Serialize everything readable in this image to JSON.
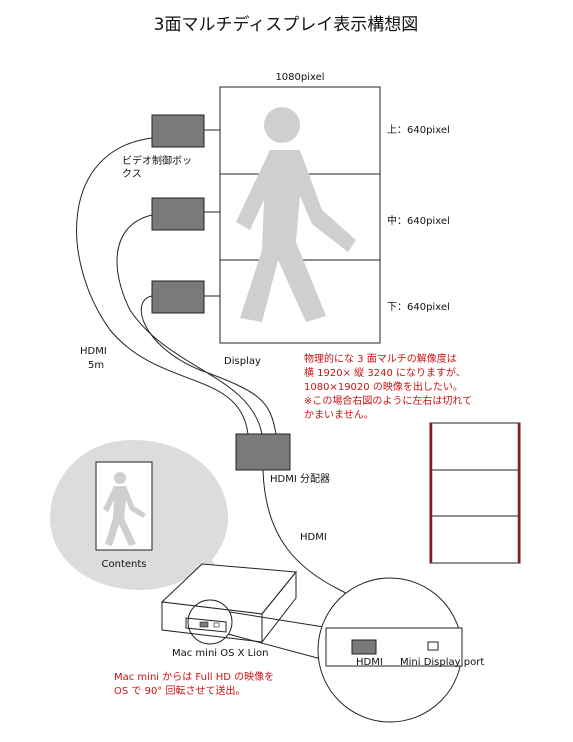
{
  "title": "3面マルチディスプレイ表示構想図",
  "display": {
    "width_label": "1080pixel",
    "caption": "Display",
    "rows": [
      {
        "label": "上：640pixel"
      },
      {
        "label": "中：640pixel"
      },
      {
        "label": "下：640pixel"
      }
    ]
  },
  "video_box": {
    "label_line1": "ビデオ制御ボッ",
    "label_line2": "クス"
  },
  "cable": {
    "label_line1": "HDMI",
    "label_line2": "5m"
  },
  "splitter": {
    "label": "HDMI 分配器",
    "output_label": "HDMI"
  },
  "note": {
    "lines": [
      "物理的にな 3 面マルチの解像度は",
      "横 1920×  縦 3240 になりますが、",
      "1080×19020 の映像を出したい。",
      "※この場合右図のように左右は切れて",
      "かまいません。"
    ],
    "color": "#cc1111"
  },
  "contents": {
    "label": "Contents"
  },
  "mac": {
    "label": "Mac mini OS X Lion"
  },
  "ports": {
    "hdmi": "HDMI",
    "mini_display": "Mini Display port"
  },
  "mac_note": {
    "lines": [
      "Mac mini からは Full HD の映像を",
      "OS で 90°  回転させて送出。"
    ],
    "color": "#cc1111"
  },
  "colors": {
    "box_fill": "#7a7a7a",
    "line": "#222222",
    "bubble": "#dcdcdc",
    "figure": "#cfcfcf",
    "crop_edge": "#8b1a1a"
  }
}
